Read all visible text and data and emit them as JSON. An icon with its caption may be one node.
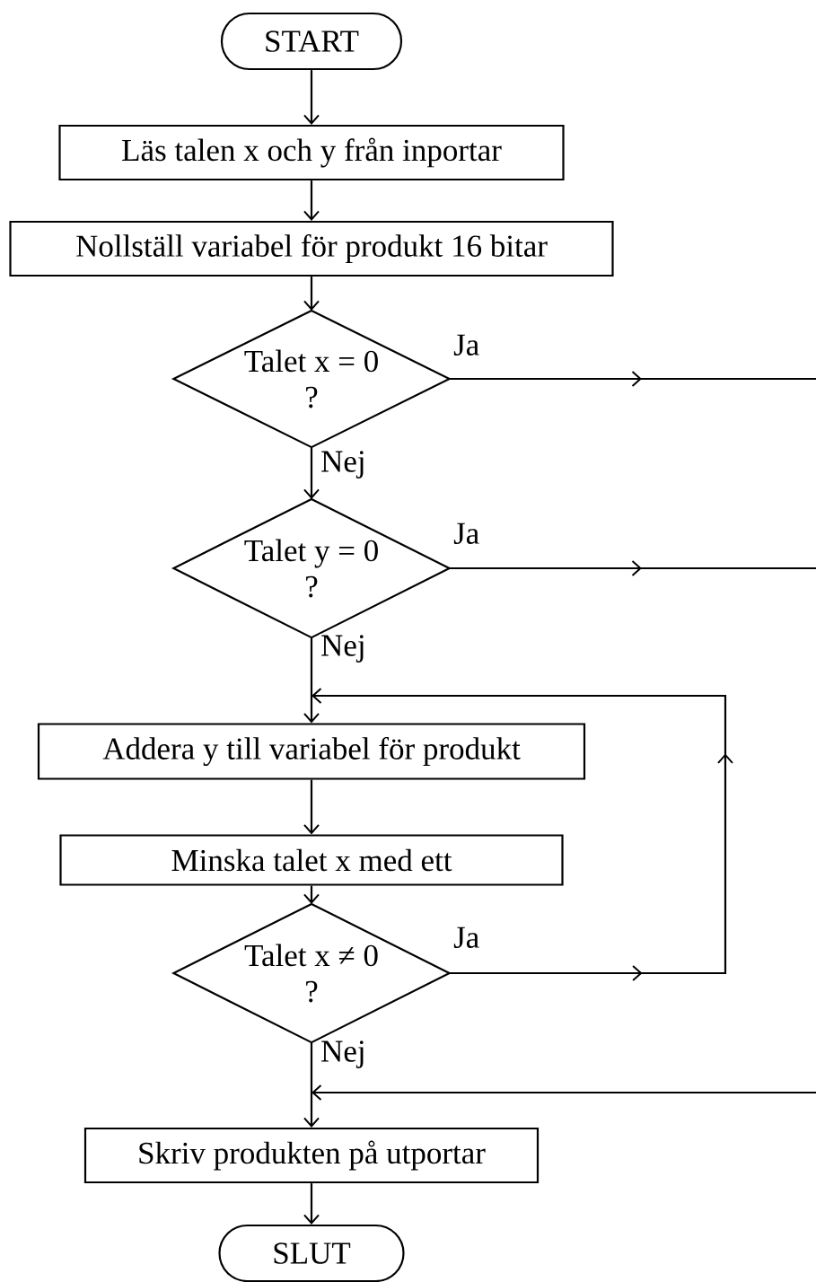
{
  "diagram": {
    "nodes": [
      {
        "text": [
          "START"
        ]
      },
      {
        "text": [
          "Läs talen x och y från inportar"
        ]
      },
      {
        "text": [
          "Nollställ variabel för produkt 16 bitar"
        ]
      },
      {
        "text": [
          "Talet x = 0",
          "?"
        ]
      },
      {
        "text": [
          "Talet y = 0",
          "?"
        ]
      },
      {
        "text": [
          "Addera y till variabel för produkt"
        ]
      },
      {
        "text": [
          "Minska talet x med ett"
        ]
      },
      {
        "text": [
          "Talet x ≠ 0",
          "?"
        ]
      },
      {
        "text": [
          "Skriv produkten på utportar"
        ]
      },
      {
        "text": [
          "SLUT"
        ]
      }
    ],
    "edges": [
      {
        "from": 0,
        "to": 1,
        "arrow": "to"
      },
      {
        "from": 1,
        "to": 2,
        "arrow": "to"
      },
      {
        "from": 2,
        "to": 3,
        "arrow": "to"
      },
      {
        "from": 3,
        "to": null,
        "arrow": "to",
        "label": "Ja"
      },
      {
        "from": 3,
        "to": 4,
        "arrow": "to",
        "label": "Nej"
      },
      {
        "from": 4,
        "to": null,
        "arrow": "to",
        "label": "Ja"
      },
      {
        "from": 4,
        "to": 5,
        "arrow": "to",
        "label": "Nej"
      },
      {
        "from": 5,
        "to": 6,
        "arrow": "to"
      },
      {
        "from": 6,
        "to": 7,
        "arrow": "to"
      },
      {
        "from": 7,
        "to": 5,
        "arrow": "to",
        "label": "Ja"
      },
      {
        "from": 7,
        "to": 8,
        "arrow": "to",
        "label": "Nej"
      },
      {
        "from": null,
        "to": 8,
        "arrow": "to"
      },
      {
        "from": 8,
        "to": 9,
        "arrow": "to"
      }
    ]
  }
}
